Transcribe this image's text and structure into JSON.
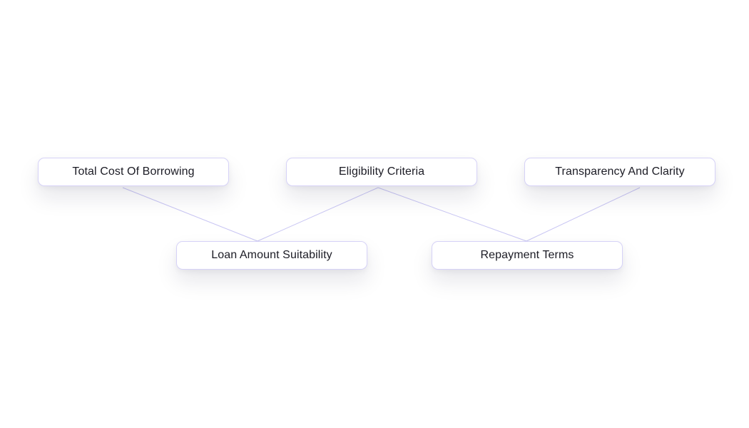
{
  "diagram": {
    "top_row": [
      {
        "id": "total-cost",
        "label": "Total Cost Of Borrowing"
      },
      {
        "id": "eligibility",
        "label": "Eligibility Criteria"
      },
      {
        "id": "transparency",
        "label": "Transparency And Clarity"
      }
    ],
    "bottom_row": [
      {
        "id": "loan-amount",
        "label": "Loan Amount Suitability"
      },
      {
        "id": "repayment",
        "label": "Repayment Terms"
      }
    ],
    "connections": [
      {
        "from": "total-cost",
        "to": "loan-amount"
      },
      {
        "from": "eligibility",
        "to": "loan-amount"
      },
      {
        "from": "eligibility",
        "to": "repayment"
      },
      {
        "from": "transparency",
        "to": "repayment"
      }
    ],
    "colors": {
      "connector": "#c8c5f3",
      "node_border": "#d6d2f7",
      "text": "#1b1b24"
    }
  }
}
